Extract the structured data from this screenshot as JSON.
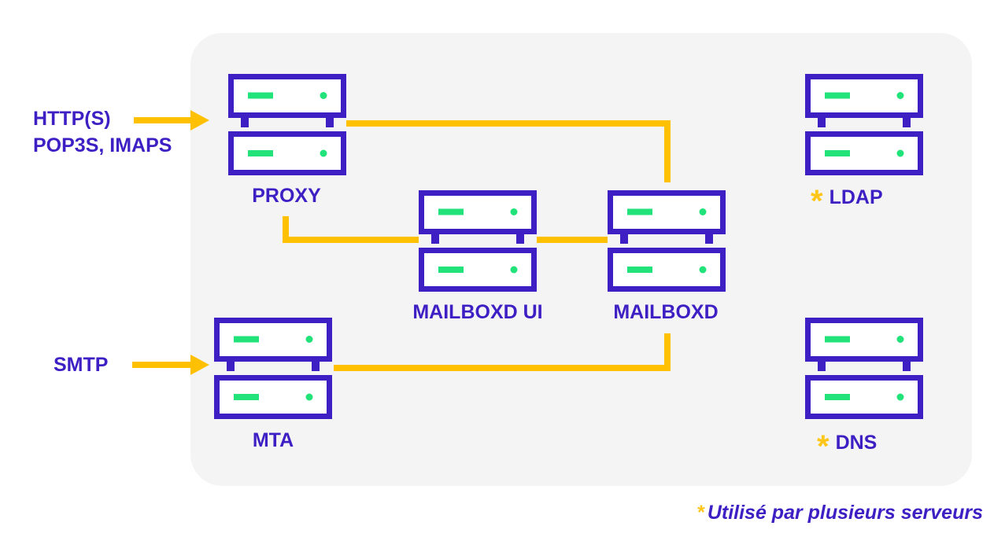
{
  "inputs": {
    "http_line1": "HTTP(S)",
    "http_line2": "POP3S, IMAPS",
    "smtp": "SMTP"
  },
  "servers": {
    "proxy": "PROXY",
    "mta": "MTA",
    "mailboxd_ui": "MAILBOXD UI",
    "mailboxd": "MAILBOXD",
    "ldap": "LDAP",
    "dns": "DNS"
  },
  "shared_marker": "*",
  "legend": {
    "marker": "*",
    "text": "Utilisé par plusieurs serveurs"
  },
  "colors": {
    "server_outline": "#3d1fc4",
    "server_light": "#22e37a",
    "connection": "#ffc000",
    "panel": "#f4f4f4",
    "accent": "#ffc61a"
  }
}
